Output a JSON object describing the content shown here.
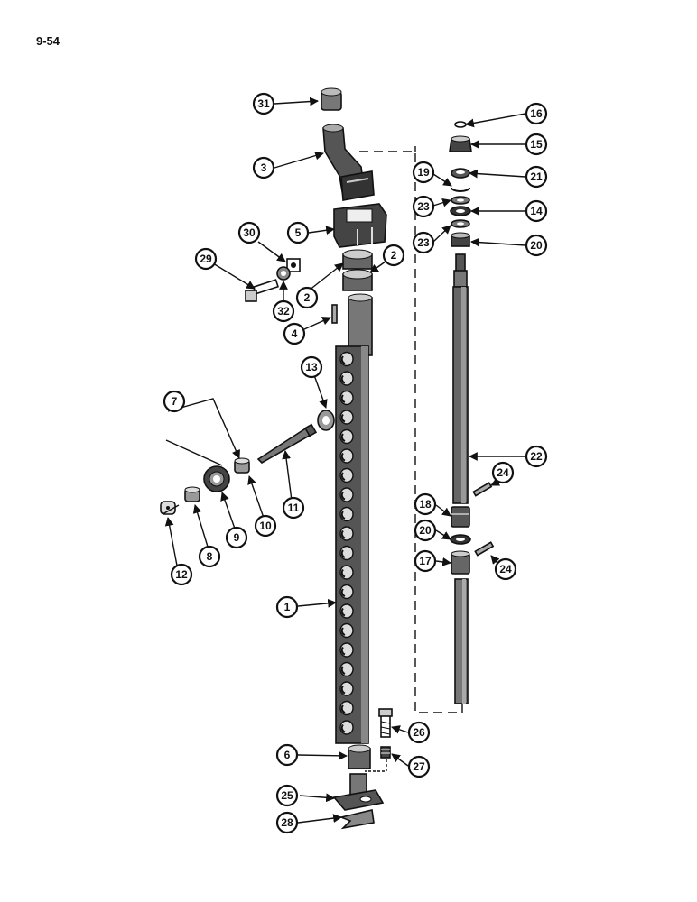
{
  "page_number": "9-54",
  "callouts": {
    "c31": "31",
    "c3": "3",
    "c5": "5",
    "c30": "30",
    "c29": "29",
    "c2a": "2",
    "c2b": "2",
    "c32": "32",
    "c4": "4",
    "c13": "13",
    "c7": "7",
    "c1": "1",
    "c11": "11",
    "c10": "10",
    "c9": "9",
    "c8": "8",
    "c12": "12",
    "c6": "6",
    "c25": "25",
    "c28": "28",
    "c26": "26",
    "c27": "27",
    "c16": "16",
    "c15": "15",
    "c19": "19",
    "c21": "21",
    "c23a": "23",
    "c14": "14",
    "c23b": "23",
    "c20a": "20",
    "c22": "22",
    "c24a": "24",
    "c18": "18",
    "c20b": "20",
    "c17": "17",
    "c24b": "24"
  }
}
